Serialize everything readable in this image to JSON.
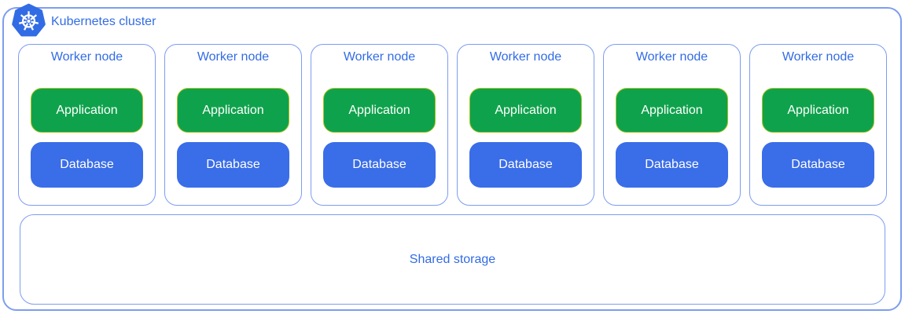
{
  "cluster": {
    "title": "Kubernetes cluster"
  },
  "icons": {
    "kubernetes_logo": "kubernetes-helm-wheel"
  },
  "nodes": [
    {
      "label": "Worker node",
      "application": "Application",
      "database": "Database"
    },
    {
      "label": "Worker node",
      "application": "Application",
      "database": "Database"
    },
    {
      "label": "Worker node",
      "application": "Application",
      "database": "Database"
    },
    {
      "label": "Worker node",
      "application": "Application",
      "database": "Database"
    },
    {
      "label": "Worker node",
      "application": "Application",
      "database": "Database"
    },
    {
      "label": "Worker node",
      "application": "Application",
      "database": "Database"
    }
  ],
  "storage": {
    "label": "Shared storage"
  },
  "colors": {
    "diagram_border_blue": "#7D9DF0",
    "text_blue": "#326CE5",
    "kubernetes_logo_blue": "#326CE5",
    "application_green": "#0FA24C",
    "application_border": "#A6C41E",
    "database_blue": "#3A6DE8",
    "pill_text": "#FFFFFF"
  }
}
